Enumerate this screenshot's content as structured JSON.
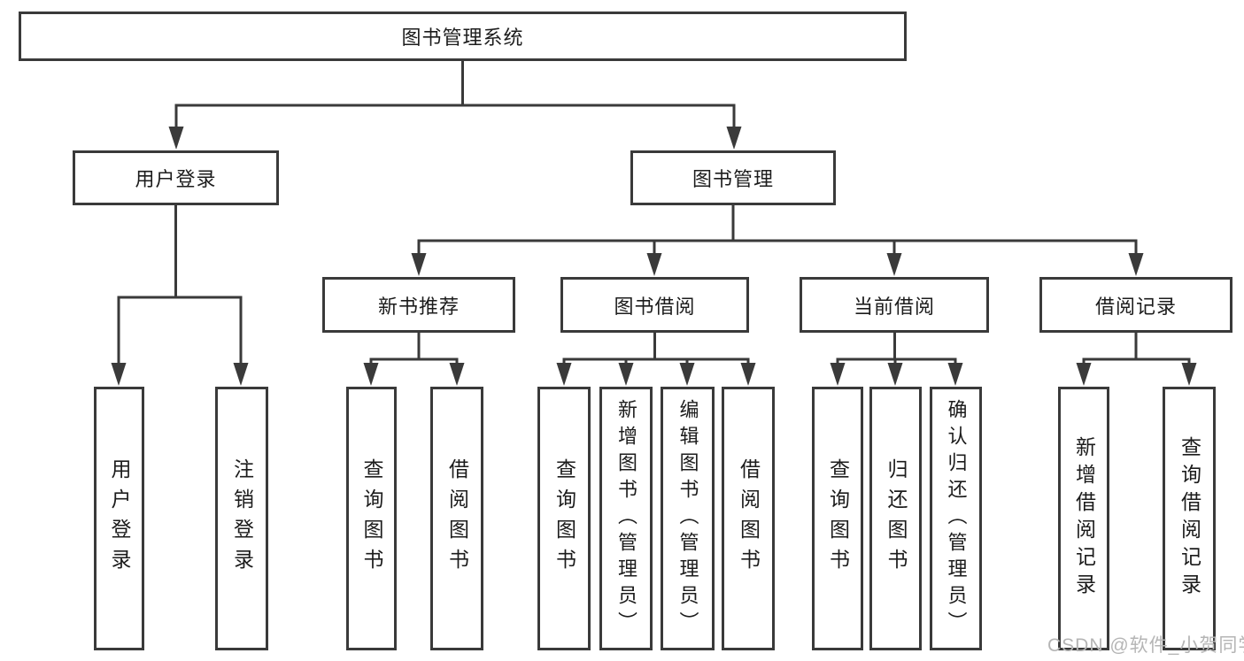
{
  "diagram": {
    "title": "图书管理系统",
    "root": {
      "label": "图书管理系统"
    },
    "branches": [
      {
        "label": "用户登录",
        "children": [
          {
            "label": "用户登录"
          },
          {
            "label": "注销登录"
          }
        ]
      },
      {
        "label": "图书管理",
        "children": [
          {
            "label": "新书推荐",
            "children": [
              {
                "label": "查询图书"
              },
              {
                "label": "借阅图书"
              }
            ]
          },
          {
            "label": "图书借阅",
            "children": [
              {
                "label": "查询图书"
              },
              {
                "label": "新增图书（管理员）"
              },
              {
                "label": "编辑图书（管理员）"
              },
              {
                "label": "借阅图书"
              }
            ]
          },
          {
            "label": "当前借阅",
            "children": [
              {
                "label": "查询图书"
              },
              {
                "label": "归还图书"
              },
              {
                "label": "确认归还（管理员）"
              }
            ]
          },
          {
            "label": "借阅记录",
            "children": [
              {
                "label": "新增借阅记录"
              },
              {
                "label": "查询借阅记录"
              }
            ]
          }
        ]
      }
    ]
  },
  "watermark": {
    "text": "CSDN @软件_小贺同学"
  },
  "colors": {
    "line": "#3a3a3a",
    "text": "#1c1c1c",
    "watermark": "#b5b5b5",
    "background": "#ffffff"
  }
}
